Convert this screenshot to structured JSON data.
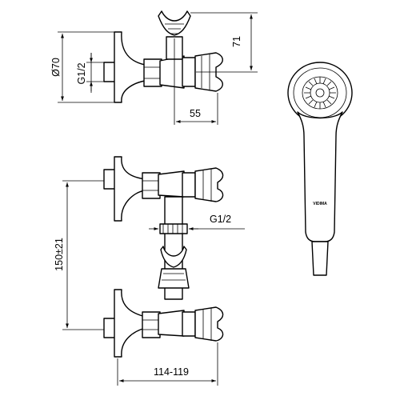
{
  "dimensions": {
    "diameter": "Ø70",
    "thread_top": "G1/2",
    "height_holder": "71",
    "projection": "55",
    "thread_outlet": "G1/2",
    "center_distance": "150±21",
    "total_width": "114-119"
  },
  "handshower_brand": "VIDIMA"
}
